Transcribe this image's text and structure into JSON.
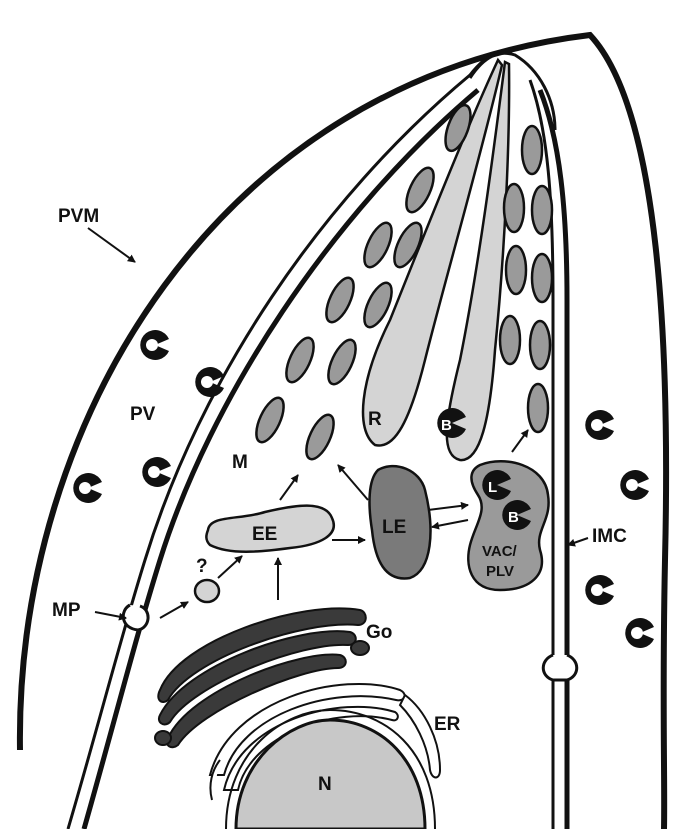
{
  "labels": {
    "pvm": "PVM",
    "pv": "PV",
    "m": "M",
    "r": "R",
    "b_rhoptry": "B",
    "ee": "EE",
    "le": "LE",
    "l": "L",
    "b_vac": "B",
    "vac": "VAC/",
    "plv": "PLV",
    "imc": "IMC",
    "mp": "MP",
    "question": "?",
    "go": "Go",
    "er": "ER",
    "n": "N"
  },
  "colors": {
    "outline": "#111111",
    "light_fill": "#d4d4d4",
    "mid_fill": "#9a9a9a",
    "dark_fill": "#7a7a7a",
    "golgi": "#3a3a3a",
    "nucleus": "#c8c8c8",
    "background": "#ffffff"
  }
}
